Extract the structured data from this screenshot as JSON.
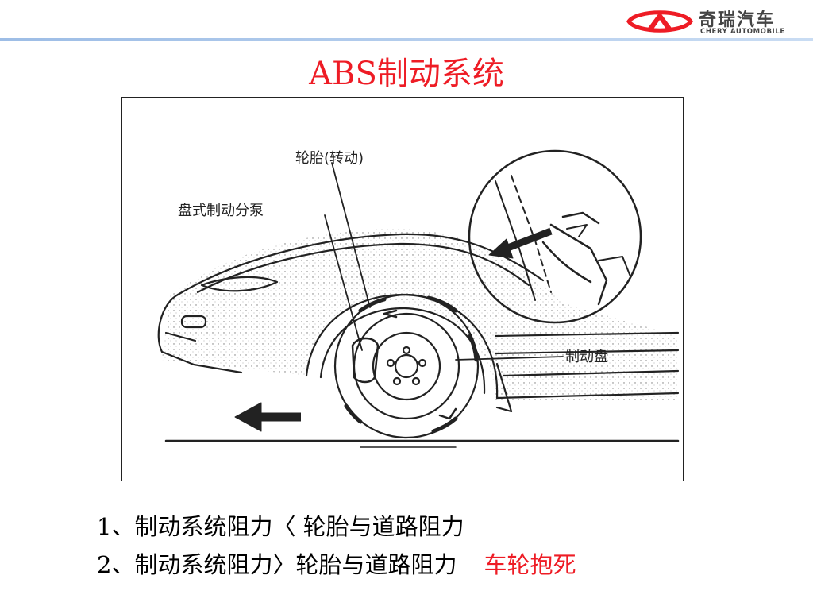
{
  "header": {
    "brand_cn": "奇瑞汽车",
    "brand_en": "CHERY AUTOMOBILE",
    "logo_icon": "chery-logo-icon",
    "accent_color": "#ee1c25",
    "rule_color": "#9dbde6"
  },
  "title": "ABS制动系统",
  "figure": {
    "labels": {
      "tire": "轮胎(转动)",
      "caliper": "盘式制动分泵",
      "disc": "制动盘"
    }
  },
  "lines": [
    {
      "text": "1、制动系统阻力〈 轮胎与道路阻力"
    },
    {
      "text": "2、制动系统阻力〉轮胎与道路阻力",
      "highlight": "车轮抱死"
    }
  ]
}
